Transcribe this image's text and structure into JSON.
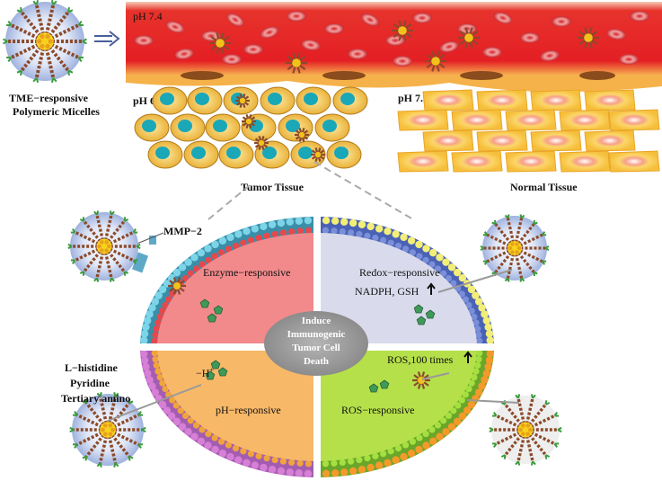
{
  "labels": {
    "vessel_ph": "pH 7.4",
    "micelle_title_1": "TME−responsive",
    "micelle_title_2": "Polymeric Micelles",
    "tumor_ph": "pH 6.5−6.9",
    "normal_ph": "pH 7.2−7.4",
    "tumor_tissue": "Tumor Tissue",
    "normal_tissue": "Normal Tissue",
    "mmp": "MMP−2",
    "enzyme": "Enzyme−responsive",
    "redox": "Redox−responsive",
    "nadph": "NADPH, GSH",
    "center_1": "Induce",
    "center_2": "Immunogenic",
    "center_3": "Tumor Cell",
    "center_4": "Death",
    "histidine": "L−histidine",
    "pyridine": "Pyridine",
    "tertiary": "Tertiary amino",
    "proton": "−H",
    "proton_sup": "+",
    "ph_resp": "pH−responsive",
    "ros_times": "ROS,100 times",
    "ros_resp": "ROS−responsive"
  },
  "colors": {
    "enzyme_quadrant": "#f28a8c",
    "redox_quadrant": "#d9dbec",
    "ph_quadrant": "#f7b868",
    "ros_quadrant": "#b5e04a",
    "center_ellipse": "#a5a5a5",
    "vessel": "#e8262a",
    "tumor_cell": "#f4c34a",
    "normal_cell": "#f7c445"
  }
}
